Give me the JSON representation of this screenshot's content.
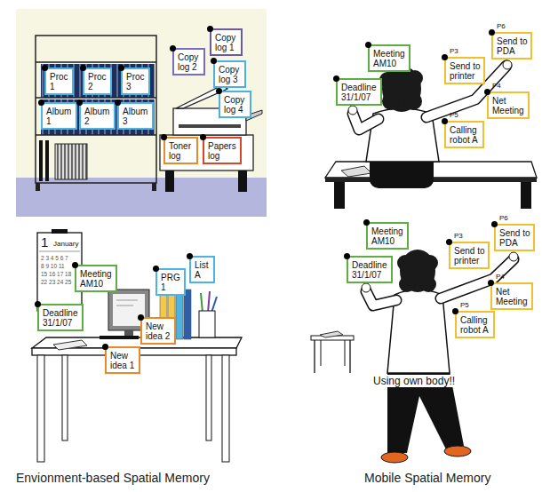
{
  "diagram": {
    "nodes": [
      {
        "text": [
          "Proc 1"
        ]
      },
      {
        "text": [
          "Proc 2"
        ]
      },
      {
        "text": [
          "Proc 3"
        ]
      },
      {
        "text": [
          "Album 1"
        ]
      },
      {
        "text": [
          "Album 2"
        ]
      },
      {
        "text": [
          "Album 3"
        ]
      },
      {
        "text": [
          "Copy log 1"
        ]
      },
      {
        "text": [
          "Copy log 2"
        ]
      },
      {
        "text": [
          "Copy log 3"
        ]
      },
      {
        "text": [
          "Copy log 4"
        ]
      },
      {
        "text": [
          "Toner log"
        ]
      },
      {
        "text": [
          "Papers log"
        ]
      },
      {
        "text": [
          "Meeting AM10"
        ]
      },
      {
        "text": [
          "Deadline 31/1/07"
        ]
      },
      {
        "text": [
          "Send to PDA",
          "P6"
        ]
      },
      {
        "text": [
          "Send to printer",
          "P3"
        ]
      },
      {
        "text": [
          "Net Meeting",
          "P4"
        ]
      },
      {
        "text": [
          "Calling robot A",
          "P5"
        ]
      },
      {
        "text": [
          "List A"
        ]
      },
      {
        "text": [
          "Meeting AM10"
        ]
      },
      {
        "text": [
          "PRG 1"
        ]
      },
      {
        "text": [
          "Deadline 31/1/07"
        ]
      },
      {
        "text": [
          "New idea 2"
        ]
      },
      {
        "text": [
          "New idea 1"
        ]
      },
      {
        "text": [
          "Meeting AM10"
        ]
      },
      {
        "text": [
          "Send to PDA",
          "P6"
        ]
      },
      {
        "text": [
          "Send to printer",
          "P3"
        ]
      },
      {
        "text": [
          "Deadline 31/1/07"
        ]
      },
      {
        "text": [
          "Net Meeting",
          "P4"
        ]
      },
      {
        "text": [
          "Calling robot A",
          "P5"
        ]
      }
    ],
    "labels": [
      "1",
      "January",
      "2 3 4 5 6 7",
      "8 9 10 11",
      "15 16 17 18",
      "22 23 24 25",
      "Using own body!!",
      "Envionment-based Spatial Memory",
      "Mobile Spatial Memory"
    ]
  }
}
